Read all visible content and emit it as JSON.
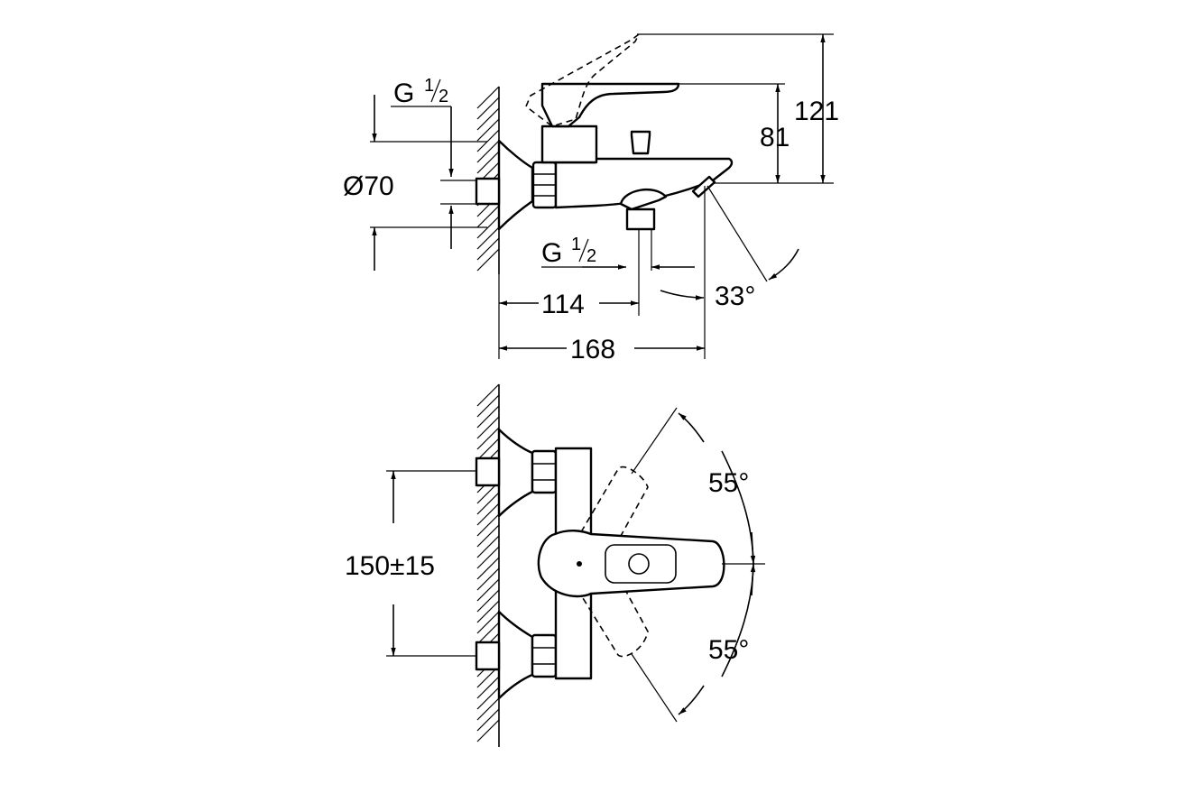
{
  "dimensions": {
    "thread_top": {
      "letter": "G",
      "num": "1",
      "den": "2"
    },
    "thread_bottom": {
      "letter": "G",
      "num": "1",
      "den": "2"
    },
    "diameter": "Ø70",
    "height_81": "81",
    "height_121": "121",
    "depth_114": "114",
    "depth_168": "168",
    "angle_spout": "33°",
    "angle_up": "55°",
    "angle_down": "55°",
    "centres": "150±15"
  }
}
